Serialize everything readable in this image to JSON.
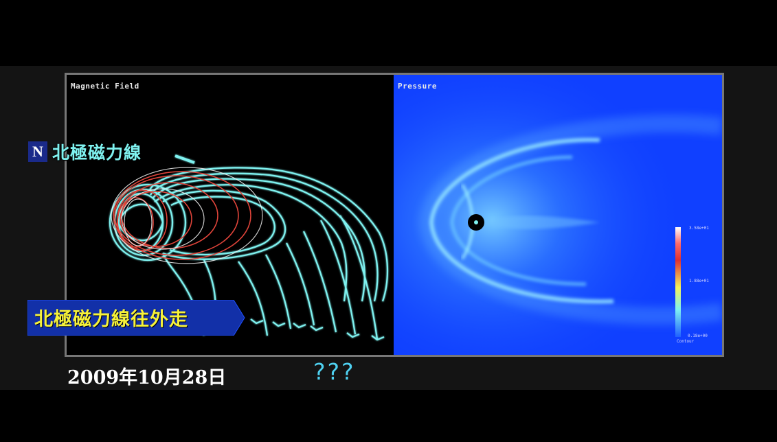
{
  "left_panel": {
    "title": "Magnetic Field"
  },
  "right_panel": {
    "title": "Pressure",
    "colorbar": {
      "max_label": "3.58e+01",
      "mid_label": "1.88e+01",
      "min_label": "0.18e+00",
      "caption": "Contour"
    }
  },
  "annotations": {
    "n_badge": "N",
    "north_field_lines": "北極磁力線",
    "field_lines_outward": "北極磁力線往外走",
    "date": "2009年10月28日",
    "question_marks": "???"
  },
  "colors": {
    "field_line_cyan": "#7ff2f0",
    "field_line_red": "#e0443a",
    "pressure_background": "#1040ff",
    "label_yellow": "#f6f23a",
    "badge_blue": "#1a2a8a"
  }
}
